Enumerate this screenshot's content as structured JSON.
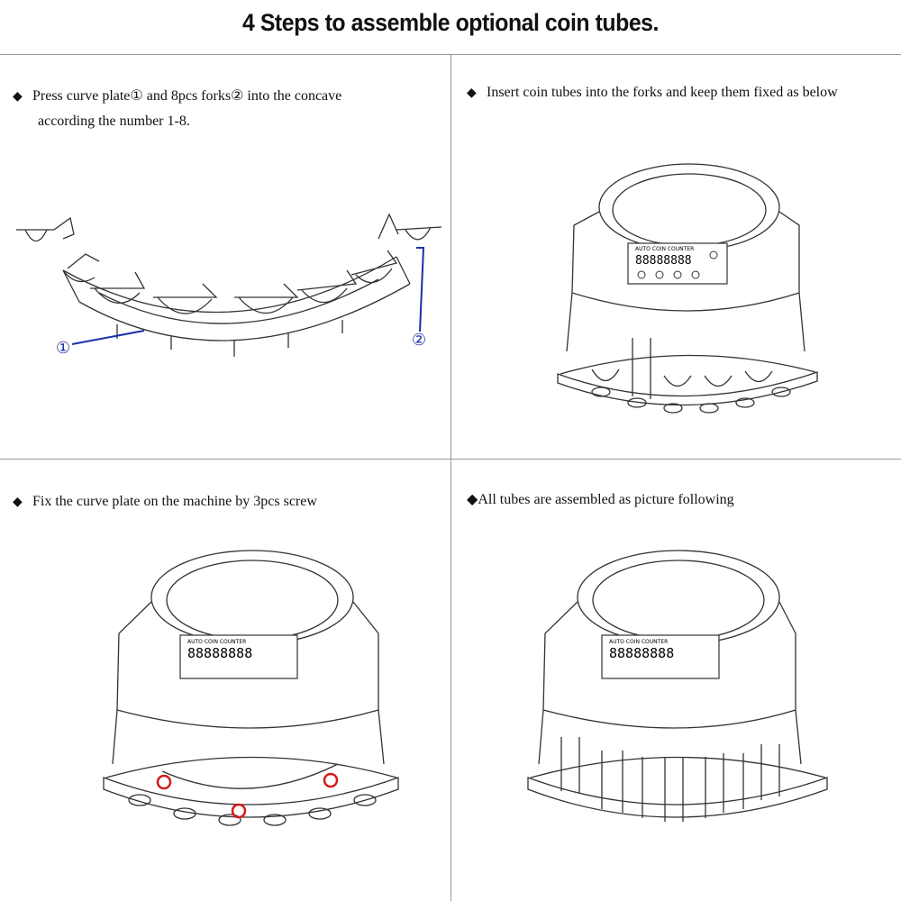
{
  "title": "4 Steps to assemble optional coin tubes.",
  "steps": [
    {
      "bullet": "◆",
      "line1": "Press curve plate①  and 8pcs forks②  into the concave",
      "line2": "according  the number 1-8."
    },
    {
      "bullet": "◆",
      "text": "Insert coin tubes into the forks and keep them fixed as below"
    },
    {
      "bullet": "◆",
      "text": "Fix the curve plate on the machine by 3pcs screw"
    },
    {
      "bullet": "◆",
      "text": "All tubes are assembled as picture following"
    }
  ],
  "callouts": {
    "plate": "①",
    "fork": "②"
  },
  "machine_panel": {
    "brand": "AUTO COIN COUNTER",
    "display": "88888888"
  },
  "colors": {
    "callout": "#1a2fa8",
    "screw_mark": "#d41a1a",
    "line": "#333333"
  }
}
